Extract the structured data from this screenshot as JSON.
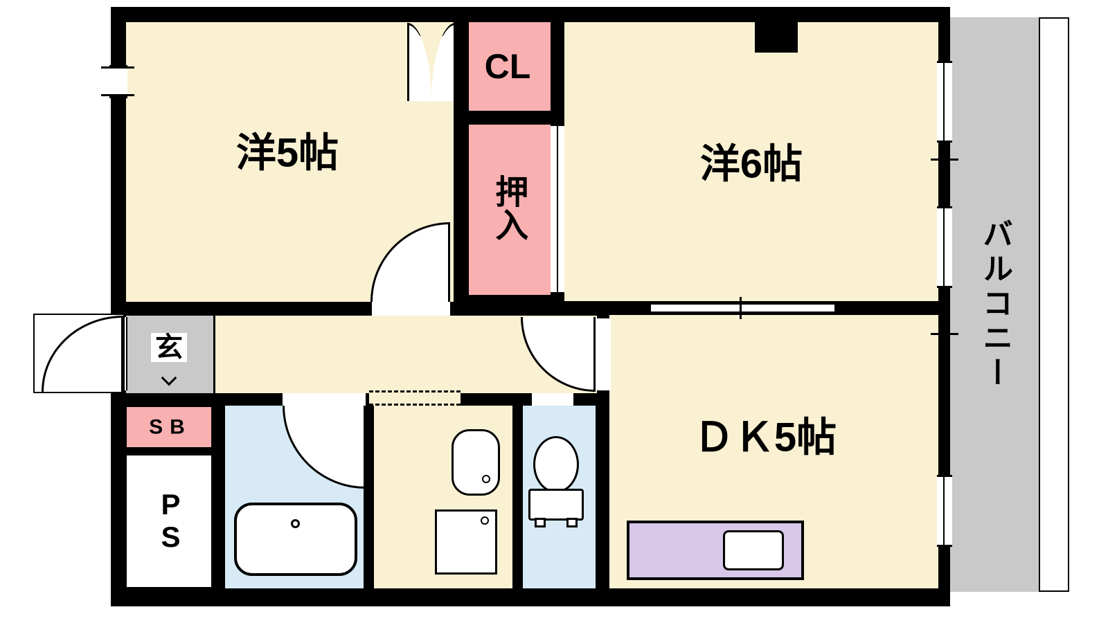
{
  "rooms": {
    "western5": {
      "label": "洋5帖"
    },
    "western6": {
      "label": "洋6帖"
    },
    "dk": {
      "label": "ＤＫ5帖"
    },
    "closet": {
      "label": "CL"
    },
    "oshiire": {
      "label": "押入"
    },
    "balcony": {
      "label": "バルコニー"
    },
    "entrance": {
      "label": "玄"
    },
    "shoe_box": {
      "label": "SB"
    },
    "pipe_space": {
      "label": "PS"
    }
  },
  "colors": {
    "wall": "#000000",
    "room_cream": "#faf1d3",
    "closet_pink": "#f8b0b0",
    "wet_area_blue": "#d7eaf6",
    "kitchen_counter_purple": "#d8c7e9",
    "entrance_gray": "#c9c9c9",
    "balcony_gray": "#c9c9c9"
  }
}
